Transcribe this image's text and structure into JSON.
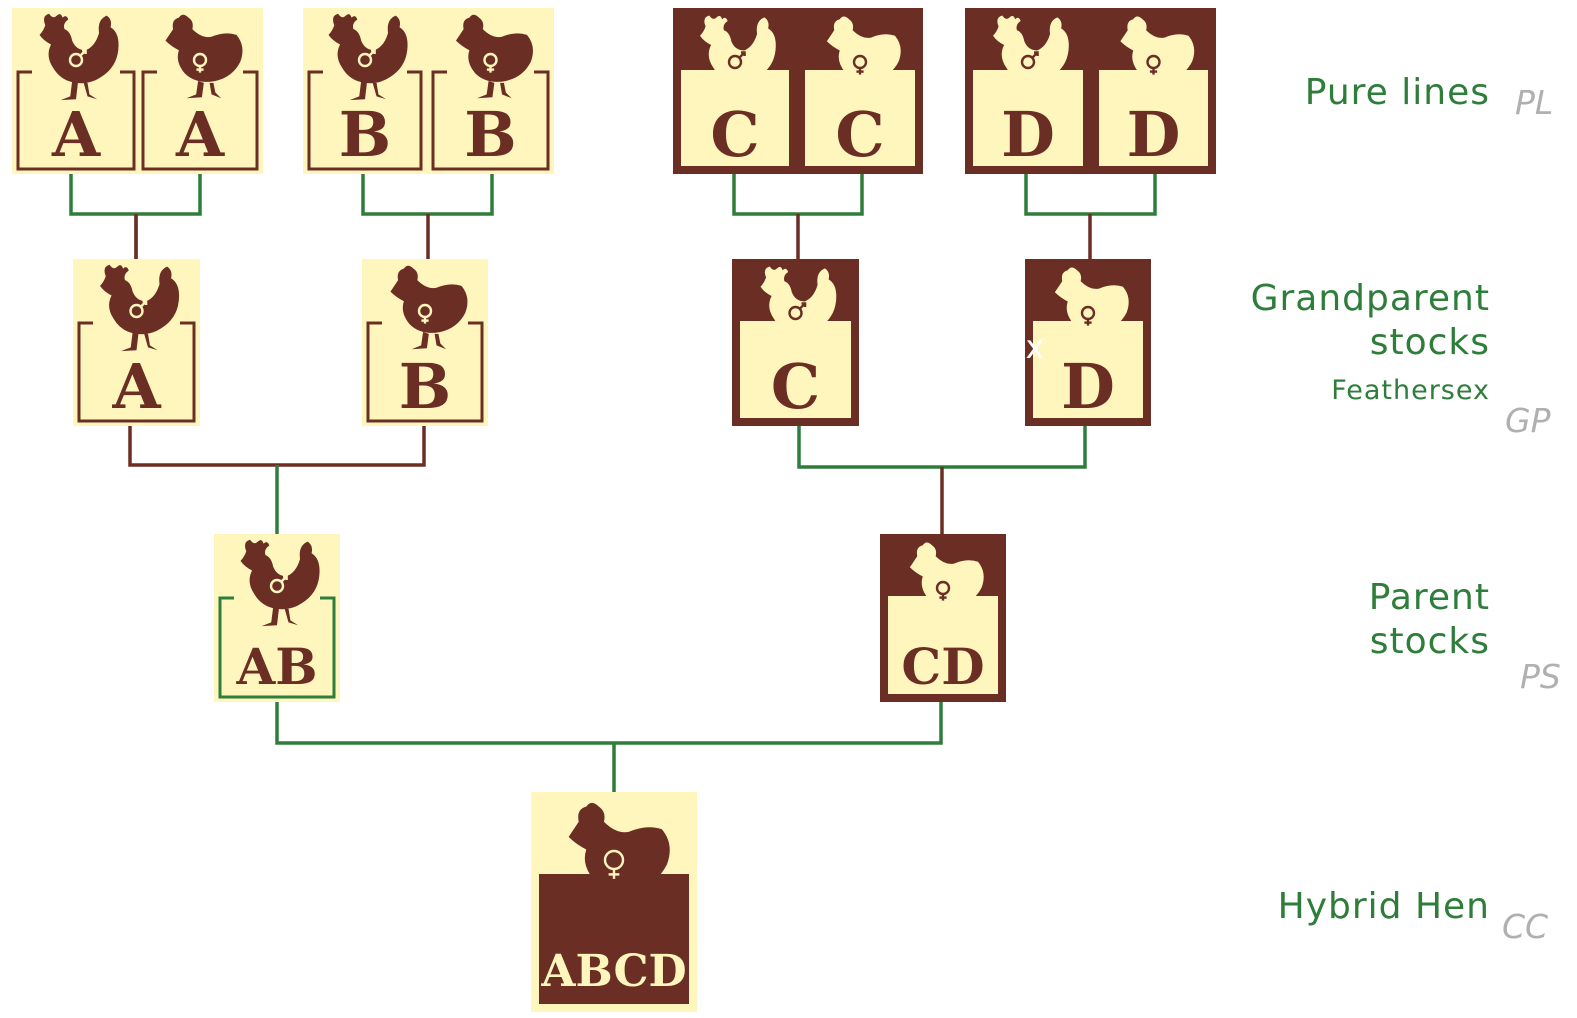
{
  "colors": {
    "cream": "#fff6bd",
    "brown": "#6b2e24",
    "green": "#2e7d3a",
    "gray": "#b0b0b0"
  },
  "generations": {
    "pure_lines": {
      "label": "Pure lines",
      "abbr": "PL"
    },
    "grandparent": {
      "label_line1": "Grandparent",
      "label_line2": "stocks",
      "sublabel": "Feathersex",
      "abbr": "GP"
    },
    "parent": {
      "label_line1": "Parent",
      "label_line2": "stocks",
      "abbr": "PS"
    },
    "hybrid": {
      "label": "Hybrid Hen",
      "abbr": "CC"
    }
  },
  "boxes": {
    "pl_a_male": {
      "letter": "A",
      "sex": "male",
      "style": "light"
    },
    "pl_a_female": {
      "letter": "A",
      "sex": "female",
      "style": "light"
    },
    "pl_b_male": {
      "letter": "B",
      "sex": "male",
      "style": "light"
    },
    "pl_b_female": {
      "letter": "B",
      "sex": "female",
      "style": "light"
    },
    "pl_c_male": {
      "letter": "C",
      "sex": "male",
      "style": "dark"
    },
    "pl_c_female": {
      "letter": "C",
      "sex": "female",
      "style": "dark"
    },
    "pl_d_male": {
      "letter": "D",
      "sex": "male",
      "style": "dark"
    },
    "pl_d_female": {
      "letter": "D",
      "sex": "female",
      "style": "dark"
    },
    "gp_a": {
      "letter": "A",
      "sex": "male",
      "style": "light"
    },
    "gp_b": {
      "letter": "B",
      "sex": "female",
      "style": "light"
    },
    "gp_c": {
      "letter": "C",
      "sex": "male",
      "style": "dark"
    },
    "gp_d": {
      "letter": "D",
      "sex": "female",
      "style": "dark"
    },
    "ps_ab": {
      "letter": "AB",
      "sex": "male",
      "style": "light"
    },
    "ps_cd": {
      "letter": "CD",
      "sex": "female",
      "style": "dark"
    },
    "cc_abcd": {
      "letter": "ABCD",
      "sex": "female",
      "style": "hybrid"
    }
  },
  "cross_mark": "x"
}
